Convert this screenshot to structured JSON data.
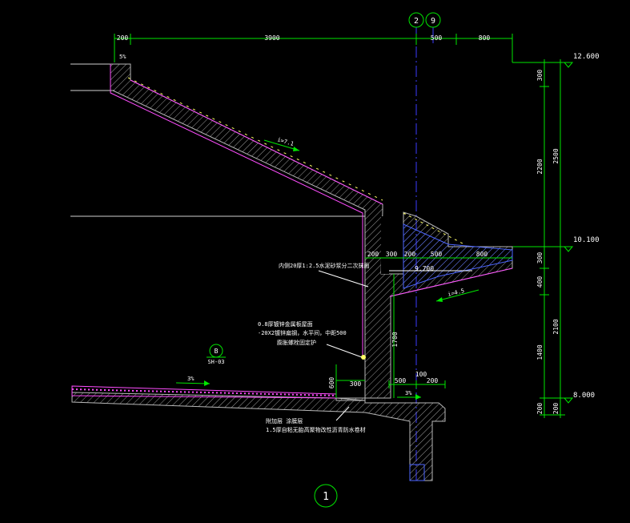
{
  "grid": {
    "axis_left": "2",
    "axis_right": "9"
  },
  "top_dims": [
    "200",
    "3900",
    "500",
    "800"
  ],
  "elevations": [
    "12.600",
    "10.100",
    "8.000"
  ],
  "right_dims_inner": [
    "300",
    "2200",
    "300",
    "400",
    "1400",
    "200"
  ],
  "right_dims_outer": [
    "2500",
    "2100",
    "200"
  ],
  "slope_labels": {
    "roof_top": "5%",
    "roof_arrow": "i=7.1",
    "gutter": "i=4.5",
    "floor": "3%",
    "floor_right": "3%"
  },
  "mid_dims": [
    "200",
    "300",
    "200",
    "500",
    "800"
  ],
  "mid_elev": "9.700",
  "wall_dims": {
    "drop": "1700",
    "curb": "600",
    "curb_width": "300",
    "bottom_left": "500",
    "bottom_right": "200",
    "bottom_top": "100"
  },
  "notes": {
    "gutter_note": "内侧20厚1:2.5水泥砂浆分二次抹面",
    "line1": "0.8厚镀锌金属板屋面",
    "line2": "-20X2镀锌扁钢，水平间，中距500",
    "line3": "膨胀螺栓固定护",
    "bottom1": "附加层 涂膜层",
    "bottom2": "1.5厚自粘无胎高聚物改性沥青防水卷材"
  },
  "detail_ref": {
    "number": "B",
    "sheet": "SH-03"
  },
  "section_number": "1",
  "colors": {
    "background": "#000000",
    "concrete": "#b8b8b8",
    "waterproof": "#ff4dff",
    "dimension": "#00e600",
    "text": "#ffffff",
    "annotation": "#ffff66",
    "insulation": "#4d66ff",
    "axis": "#3b3bff"
  }
}
